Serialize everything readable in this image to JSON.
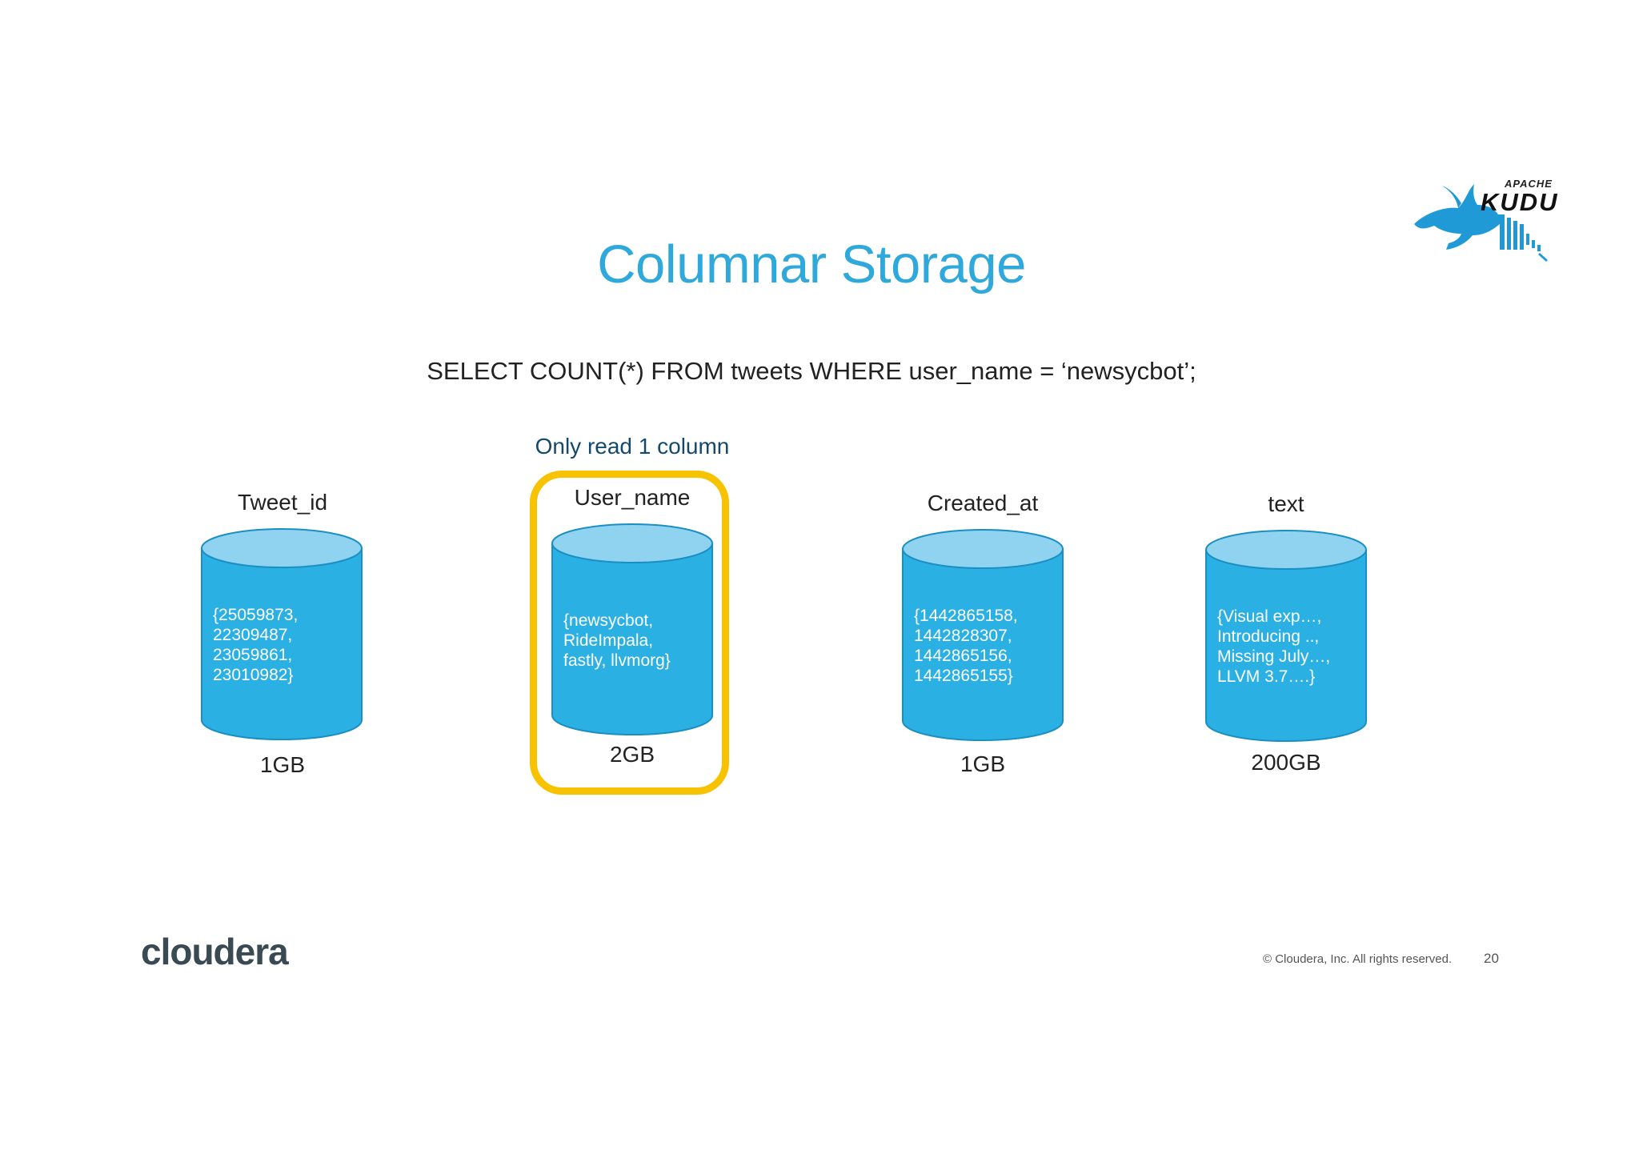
{
  "title": "Columnar Storage",
  "query": "SELECT COUNT(*) FROM tweets WHERE user_name = ‘newsycbot’;",
  "note": "Only read 1 column",
  "columns": [
    {
      "name": "Tweet_id",
      "values": [
        "{25059873,",
        "22309487,",
        "23059861,",
        "23010982}"
      ],
      "size": "1GB"
    },
    {
      "name": "User_name",
      "values": [
        "{newsycbot,",
        "RideImpala,",
        "fastly, llvmorg}"
      ],
      "size": "2GB"
    },
    {
      "name": "Created_at",
      "values": [
        "{1442865158,",
        "1442828307,",
        "1442865156,",
        "1442865155}"
      ],
      "size": "1GB"
    },
    {
      "name": "text",
      "values": [
        "{Visual exp…,",
        "Introducing ..,",
        "Missing July…,",
        "LLVM 3.7….}"
      ],
      "size": "200GB"
    }
  ],
  "logo": {
    "apache": "APACHE",
    "kudu": "KUDU"
  },
  "footer": {
    "brand": "cloudera",
    "copyright": "© Cloudera, Inc. All rights reserved.",
    "page": "20"
  },
  "colors": {
    "title": "#2fa8dc",
    "cylinder_body": "#2bb0e4",
    "cylinder_top": "#8fd3f1",
    "highlight": "#f7c300"
  }
}
